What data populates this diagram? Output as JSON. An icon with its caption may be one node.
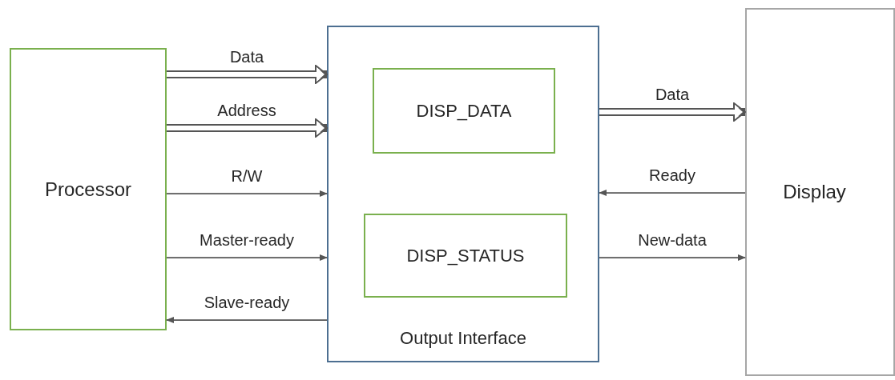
{
  "diagram": {
    "nodes": [
      {
        "text": [
          "Processor"
        ]
      },
      {
        "text": [
          "Output Interface"
        ]
      },
      {
        "text": [
          "DISP_DATA"
        ],
        "in": 1
      },
      {
        "text": [
          "DISP_STATUS"
        ],
        "in": 1
      },
      {
        "text": [
          "Display"
        ]
      }
    ],
    "edges": [
      {
        "from": 0,
        "to": 1,
        "arrow": "to",
        "label": "Data",
        "style": "thick"
      },
      {
        "from": 0,
        "to": 1,
        "arrow": "to",
        "label": "Address",
        "style": "thick"
      },
      {
        "from": 0,
        "to": 1,
        "arrow": "to",
        "label": "R/W"
      },
      {
        "from": 0,
        "to": 1,
        "arrow": "to",
        "label": "Master-ready"
      },
      {
        "from": 1,
        "to": 0,
        "arrow": "to",
        "label": "Slave-ready"
      },
      {
        "from": 1,
        "to": 4,
        "arrow": "to",
        "label": "Data",
        "style": "thick"
      },
      {
        "from": 4,
        "to": 1,
        "arrow": "to",
        "label": "Ready"
      },
      {
        "from": 1,
        "to": 4,
        "arrow": "to",
        "label": "New-data"
      }
    ]
  }
}
